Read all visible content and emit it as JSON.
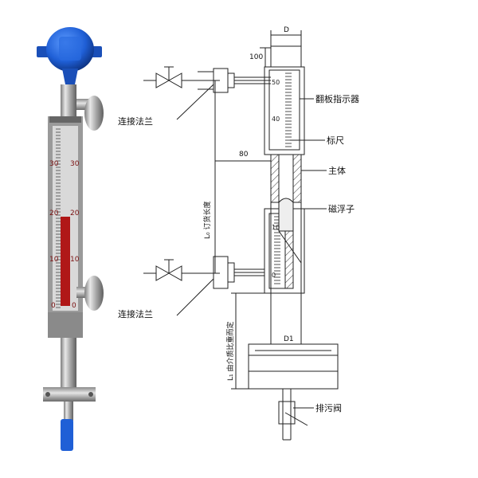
{
  "photo": {
    "scale_labels_left": [
      "30",
      "20",
      "10",
      "0"
    ],
    "scale_labels_right": [
      "30",
      "20",
      "10",
      "0"
    ],
    "head_color": "#1f5fd6",
    "indicator_color": "#b01818"
  },
  "drawing": {
    "dim_top": "D",
    "dim_100": "100",
    "dim_80": "80",
    "dim_lo": "L₀ 订货长度",
    "dim_l1": "L₁ 由介质比重而定",
    "dim_d1": "D1",
    "indicator_scale": [
      "50",
      "40",
      "10",
      "0"
    ]
  },
  "labels": {
    "flange_top": "连接法兰",
    "flange_bottom": "连接法兰",
    "flip_indicator": "翻板指示器",
    "scale_ruler": "标尺",
    "main_body": "主体",
    "magnetic_float": "磁浮子",
    "drain_valve": "排污阀"
  }
}
